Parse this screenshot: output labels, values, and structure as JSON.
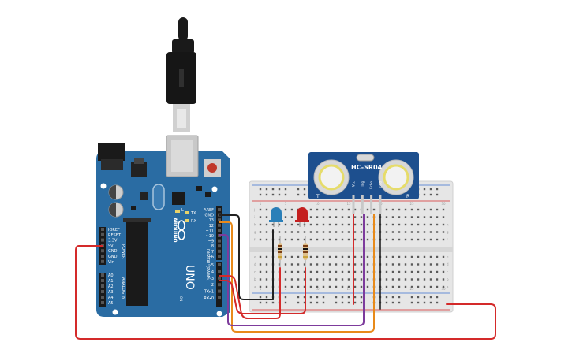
{
  "arduino": {
    "brand": "ARDUINO",
    "model": "UNO",
    "power_pins": [
      "IOREF",
      "RESET",
      "3.3V",
      "5V",
      "GND",
      "GND",
      "Vin"
    ],
    "power_label": "POWER",
    "analog_pins": [
      "A0",
      "A1",
      "A2",
      "A3",
      "A4",
      "A5"
    ],
    "analog_label": "ANALOG IN",
    "digital_pins": [
      "AREF",
      "GND",
      "13",
      "12",
      "~11",
      "~10",
      "~9",
      "8",
      "7",
      "~6",
      "~5",
      "4",
      "~3",
      "2",
      "TX▸1",
      "RX◂0"
    ],
    "digital_label": "DIGITAL (PWM~)",
    "led_labels": [
      "L",
      "TX",
      "RX"
    ],
    "on_label": "ON"
  },
  "sensor": {
    "name": "HC-SR04",
    "pins": [
      "Vcc",
      "Trig",
      "Echo",
      "Gnd"
    ],
    "marks": [
      "T",
      "R"
    ]
  },
  "breadboard": {
    "row_letters_top": [
      "j",
      "i",
      "h",
      "g",
      "f"
    ],
    "row_letters_bottom": [
      "e",
      "d",
      "c",
      "b",
      "a"
    ],
    "columns": [
      "1",
      "5",
      "10",
      "15",
      "20",
      "25",
      "30"
    ]
  },
  "colors": {
    "board": "#2a6ca3",
    "board_dark": "#1e5584",
    "sensor_pcb": "#1d4f8e",
    "breadboard": "#e6e6e6",
    "wire_red": "#d42a2a",
    "wire_black": "#222222",
    "wire_orange": "#e88a1a",
    "wire_purple": "#7d3b9c",
    "led_blue": "#2a7fb8",
    "led_red": "#c42020"
  }
}
